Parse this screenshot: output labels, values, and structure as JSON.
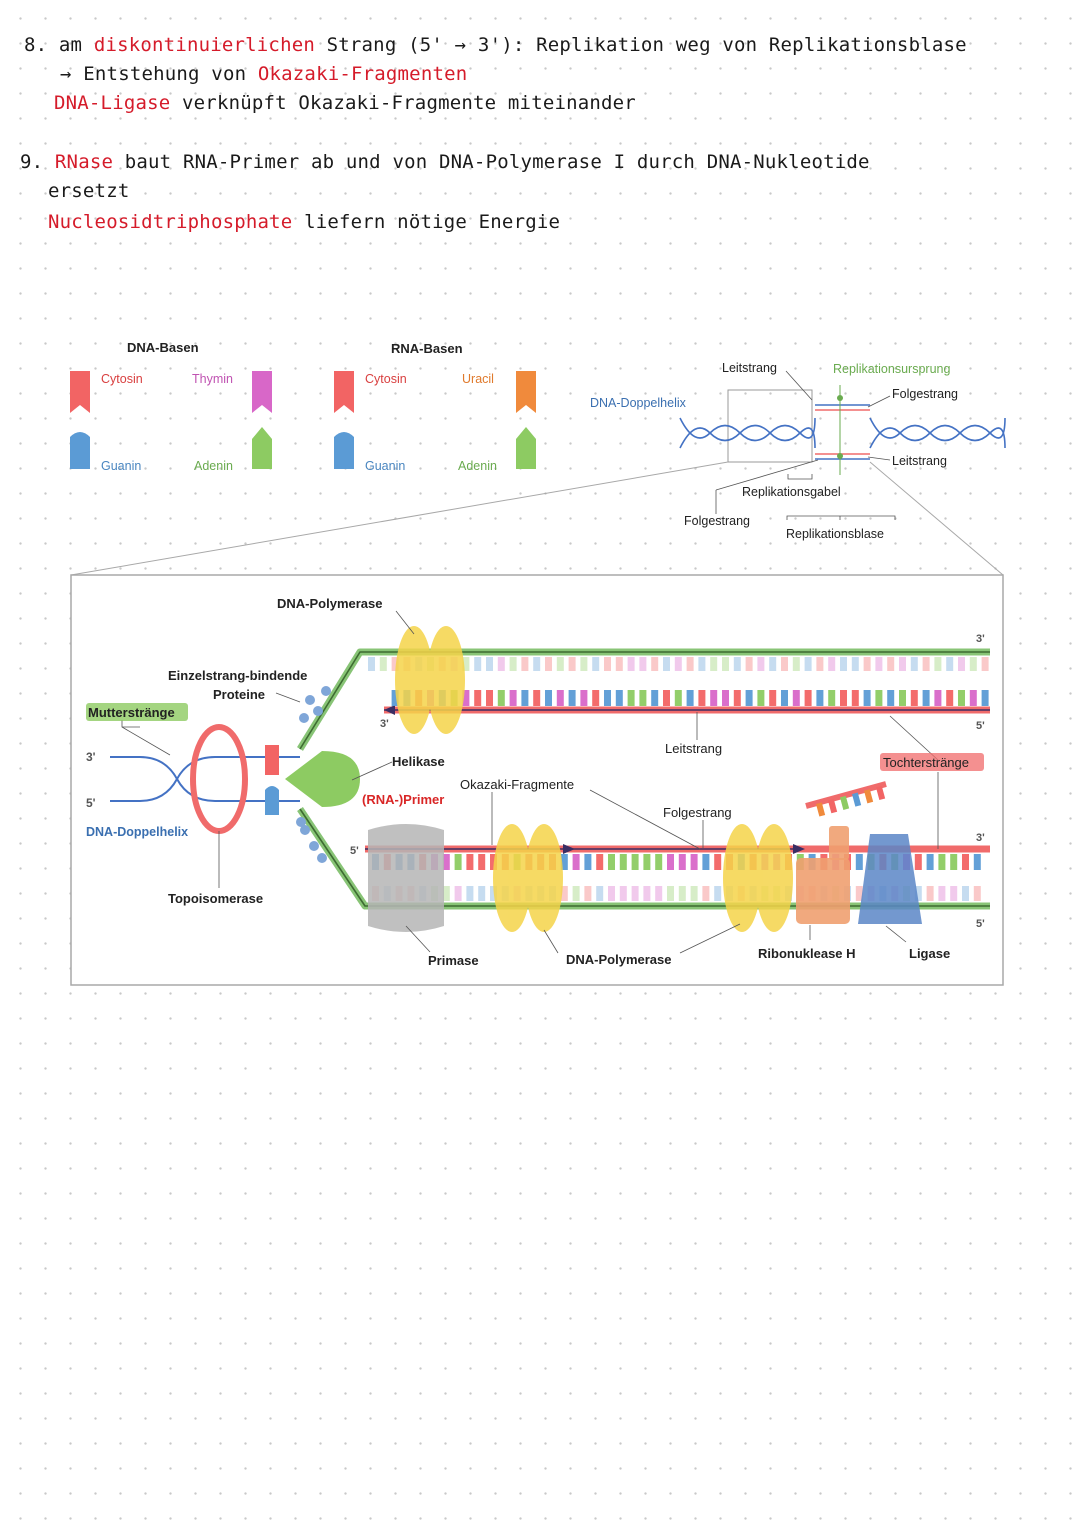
{
  "notes": {
    "n8": {
      "num": "8.",
      "w1": "am",
      "h1": "diskontinuierlichen",
      "w2": "Strang (5' → 3'): Replikation weg von Replikationsblase",
      "w3": "→ Entstehung von",
      "h2": "Okazaki-Fragmenten",
      "h3": "DNA-Ligase",
      "w4": "verknüpft Okazaki-Fragmente miteinander"
    },
    "n9": {
      "num": "9.",
      "h1": "RNase",
      "w1": "baut RNA-Primer ab und von DNA-Polymerase I durch DNA-Nukleotide",
      "w2": "ersetzt",
      "h2": "Nucleosidtriphosphate",
      "w3": "liefern nötige Energie"
    }
  },
  "legend": {
    "dna_title": "DNA-Basen",
    "rna_title": "RNA-Basen",
    "dna": {
      "cytosin": "Cytosin",
      "thymin": "Thymin",
      "guanin": "Guanin",
      "adenin": "Adenin"
    },
    "rna": {
      "cytosin": "Cytosin",
      "uracil": "Uracil",
      "guanin": "Guanin",
      "adenin": "Adenin"
    }
  },
  "overview": {
    "leitstrang_top": "Leitstrang",
    "replikationsursprung": "Replikationsursprung",
    "folgestrang_right": "Folgestrang",
    "doppelhelix": "DNA-Doppelhelix",
    "leitstrang_right": "Leitstrang",
    "replikationsgabel": "Replikationsgabel",
    "folgestrang_bottom": "Folgestrang",
    "replikationsblase": "Replikationsblase"
  },
  "detail": {
    "dna_polymerase_top": "DNA-Polymerase",
    "ssb": [
      "Einzelstrang-bindende",
      "Proteine"
    ],
    "mutterstraenge": "Mutterstränge",
    "prime3_left": "3'",
    "prime5_left": "5'",
    "doppelhelix": "DNA-Doppelhelix",
    "topoisomerase": "Topoisomerase",
    "helikase": "Helikase",
    "primer": "(RNA-)Primer",
    "okazaki": "Okazaki-Fragmente",
    "leitstrang": "Leitstrang",
    "folgestrang": "Folgestrang",
    "tochterstraenge": "Tochterstränge",
    "primase": "Primase",
    "dna_polymerase_bottom": "DNA-Polymerase",
    "ribonuklease": "Ribonuklease H",
    "ligase": "Ligase",
    "p3_top": "3'",
    "p5_top": "5'",
    "p3_inner": "3'",
    "p5_inner": "5'",
    "p3_bottom": "3'",
    "p5_bottom": "5'"
  },
  "colors": {
    "ink": "#1a1a1a",
    "highlight": "#d51b2a",
    "cytosin": "#f26464",
    "thymin": "#d867c8",
    "guanin": "#5b9bd5",
    "adenin": "#8dcb62",
    "uracil": "#f08a3c",
    "strand_green": "#88c476",
    "strand_red": "#f06b6b",
    "polymerase": "#f5d44a",
    "helix_blue": "#4472c4",
    "label_green": "#6aab4f",
    "label_blue": "#3a6fb0",
    "label_red": "#d92626"
  }
}
